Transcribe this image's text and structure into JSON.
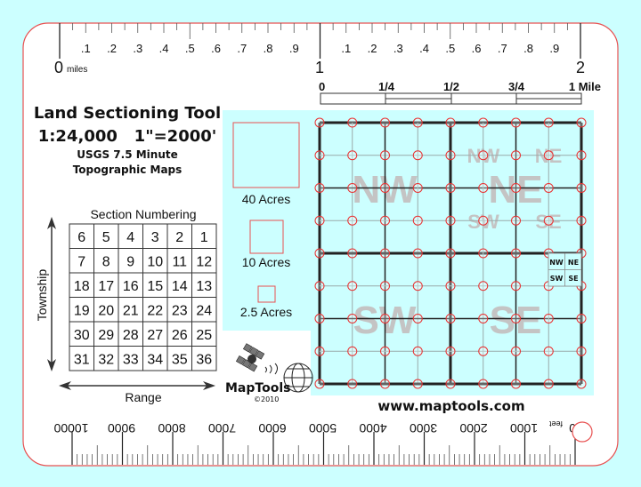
{
  "colors": {
    "background": "#ccffff",
    "card": "#ffffff",
    "border": "#e85050",
    "panel": "#ccffff",
    "marker": "#e83030",
    "watermark": "#c4c4c4"
  },
  "header": {
    "title": "Land Sectioning Tool",
    "scale": "1:24,000   1\"=2000'",
    "subtitle_1": "USGS 7.5 Minute",
    "subtitle_2": "Topographic Maps"
  },
  "mile_ruler": {
    "major_labels": [
      "0",
      "1",
      "2"
    ],
    "unit": "miles",
    "minor_labels": [
      ".1",
      ".2",
      ".3",
      ".4",
      ".5",
      ".6",
      ".7",
      ".8",
      ".9"
    ]
  },
  "mile_bar": {
    "labels": [
      "0",
      "1/4",
      "1/2",
      "3/4",
      "1 Mile"
    ]
  },
  "acres": [
    {
      "label": "40 Acres"
    },
    {
      "label": "10 Acres"
    },
    {
      "label": "2.5 Acres"
    }
  ],
  "section_numbering": {
    "title": "Section Numbering",
    "rows": [
      [
        "6",
        "5",
        "4",
        "3",
        "2",
        "1"
      ],
      [
        "7",
        "8",
        "9",
        "10",
        "11",
        "12"
      ],
      [
        "18",
        "17",
        "16",
        "15",
        "14",
        "13"
      ],
      [
        "19",
        "20",
        "21",
        "22",
        "23",
        "24"
      ],
      [
        "30",
        "29",
        "28",
        "27",
        "26",
        "25"
      ],
      [
        "31",
        "32",
        "33",
        "34",
        "35",
        "36"
      ]
    ],
    "vertical_axis": "Township",
    "horizontal_axis": "Range"
  },
  "grid": {
    "quadrants": [
      "NW",
      "NE",
      "SW",
      "SE"
    ],
    "sub_quadrants": [
      "NW",
      "NE",
      "SW",
      "SE"
    ],
    "legend_box": [
      "NW",
      "NE",
      "SW",
      "SE"
    ]
  },
  "logo": {
    "name": "MapTools",
    "copyright": "©2010"
  },
  "website": "www.maptools.com",
  "feet_ruler": {
    "labels": [
      "0",
      "1000",
      "2000",
      "3000",
      "4000",
      "5000",
      "6000",
      "7000",
      "8000",
      "9000",
      "10000"
    ],
    "unit": "feet"
  }
}
